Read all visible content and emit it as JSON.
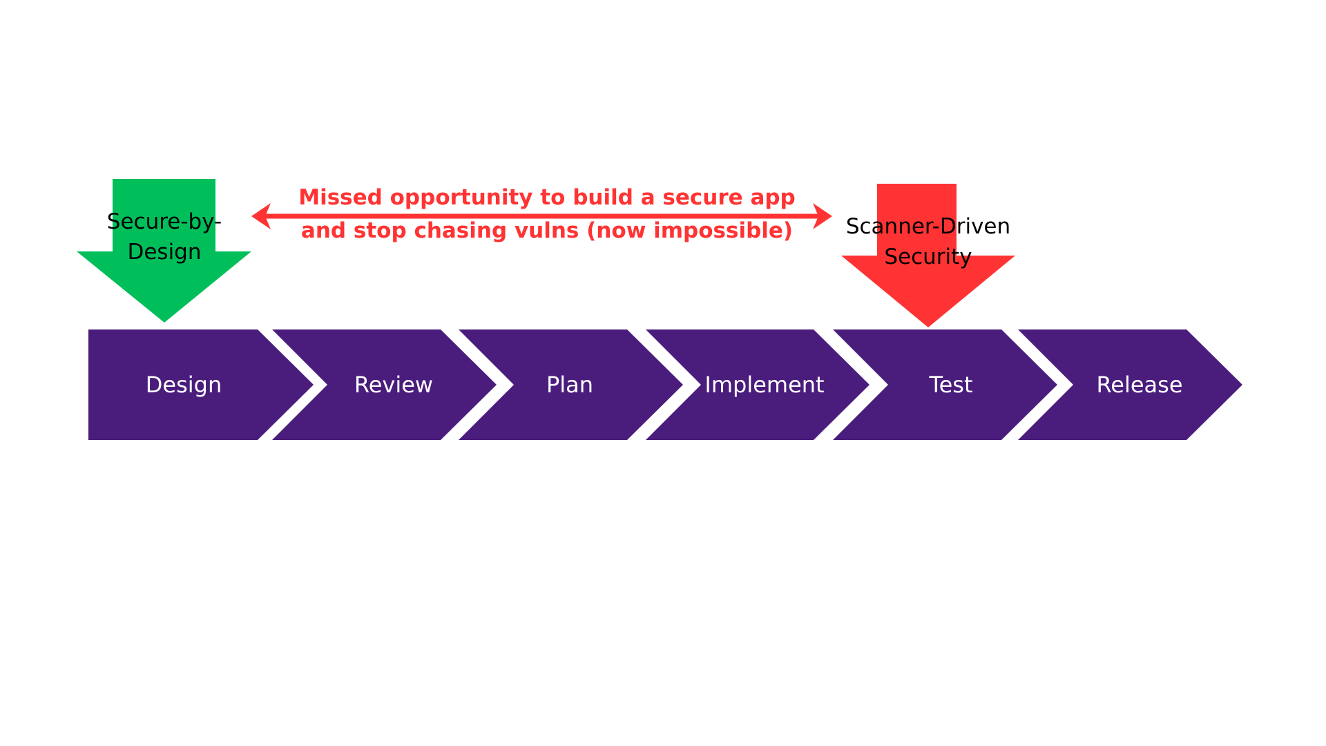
{
  "colors": {
    "stage_fill": "#4a1d7d",
    "stage_text": "#ffffff",
    "good_arrow": "#00bf5a",
    "bad_arrow": "#ff3333",
    "gap_arrow": "#ff3333",
    "background": "#ffffff"
  },
  "stages": [
    {
      "label": "Design"
    },
    {
      "label": "Review"
    },
    {
      "label": "Plan"
    },
    {
      "label": "Implement"
    },
    {
      "label": "Test"
    },
    {
      "label": "Release"
    }
  ],
  "markers": {
    "left": {
      "line1": "Secure-by-",
      "line2": "Design",
      "icon": "arrow-down-icon"
    },
    "right": {
      "line1": "Scanner-Driven",
      "line2": "Security",
      "icon": "arrow-down-icon"
    }
  },
  "gap": {
    "line1": "Missed opportunity to build a secure app",
    "line2": "and stop chasing vulns (now impossible)",
    "icon": "double-headed-arrow-icon"
  }
}
